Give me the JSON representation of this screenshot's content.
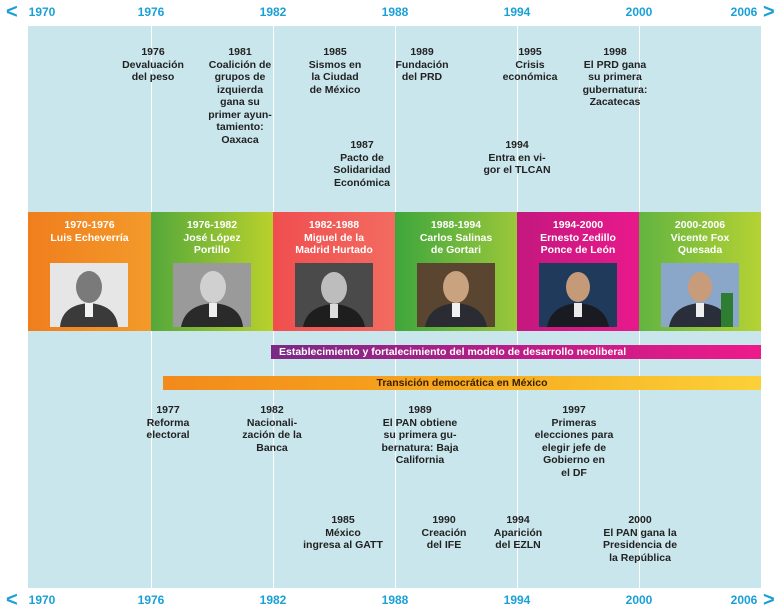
{
  "axis": {
    "left_arrow": "<",
    "right_arrow": ">",
    "years": [
      "1970",
      "1976",
      "1982",
      "1988",
      "1994",
      "2000",
      "2006"
    ]
  },
  "top_events": [
    {
      "id": "1976",
      "lines": [
        "1976",
        "Devaluación",
        "del peso"
      ]
    },
    {
      "id": "1981",
      "lines": [
        "1981",
        "Coalición de",
        "grupos de",
        "izquierda",
        "gana su",
        "primer ayun-",
        "tamiento:",
        "Oaxaca"
      ]
    },
    {
      "id": "1985",
      "lines": [
        "1985",
        "Sismos en",
        "la Ciudad",
        "de México"
      ]
    },
    {
      "id": "1987",
      "lines": [
        "1987",
        "Pacto de",
        "Solidaridad",
        "Económica"
      ]
    },
    {
      "id": "1989",
      "lines": [
        "1989",
        "Fundación",
        "del PRD"
      ]
    },
    {
      "id": "1995",
      "lines": [
        "1995",
        "Crisis",
        "económica"
      ]
    },
    {
      "id": "1994",
      "lines": [
        "1994",
        "Entra en vi-",
        "gor el TLCAN"
      ]
    },
    {
      "id": "1998",
      "lines": [
        "1998",
        "El PRD gana",
        "su primera",
        "gubernatura:",
        "Zacatecas"
      ]
    }
  ],
  "periods": [
    {
      "years": "1970-1976",
      "name_lines": [
        "Luis Echeverría"
      ],
      "color_start": "#f07e1d",
      "color_end": "#f39a2a"
    },
    {
      "years": "1976-1982",
      "name_lines": [
        "José López",
        "Portillo"
      ],
      "color_start": "#55a83b",
      "color_end": "#b9d12c"
    },
    {
      "years": "1982-1988",
      "name_lines": [
        "Miguel de la",
        "Madrid Hurtado"
      ],
      "color_start": "#f04e4f",
      "color_end": "#f26b60"
    },
    {
      "years": "1988-1994",
      "name_lines": [
        "Carlos Salinas",
        "de Gortari"
      ],
      "color_start": "#3ea63c",
      "color_end": "#9bc73b"
    },
    {
      "years": "1994-2000",
      "name_lines": [
        "Ernesto Zedillo",
        "Ponce de León"
      ],
      "color_start": "#c4187f",
      "color_end": "#e8198b"
    },
    {
      "years": "2000-2006",
      "name_lines": [
        "Vicente Fox",
        "Quesada"
      ],
      "color_start": "#62b441",
      "color_end": "#b5d233"
    }
  ],
  "bars": {
    "neoliberal": "Establecimiento y fortalecimiento del modelo de desarrollo neoliberal",
    "democratic": "Transición democrática en México"
  },
  "bottom_events": [
    {
      "id": "1977",
      "lines": [
        "1977",
        "Reforma",
        "electoral"
      ]
    },
    {
      "id": "1982",
      "lines": [
        "1982",
        "Nacionali-",
        "zación de la",
        "Banca"
      ]
    },
    {
      "id": "1989",
      "lines": [
        "1989",
        "El PAN obtiene",
        "su primera gu-",
        "bernatura: Baja",
        "California"
      ]
    },
    {
      "id": "1997",
      "lines": [
        "1997",
        "Primeras",
        "elecciones para",
        "elegir jefe de",
        "Gobierno en",
        "el DF"
      ]
    },
    {
      "id": "1985",
      "lines": [
        "1985",
        "México",
        "ingresa al GATT"
      ]
    },
    {
      "id": "1990",
      "lines": [
        "1990",
        "Creación",
        "del IFE"
      ]
    },
    {
      "id": "1994",
      "lines": [
        "1994",
        "Aparición",
        "del EZLN"
      ]
    },
    {
      "id": "2000",
      "lines": [
        "2000",
        "El PAN gana la",
        "Presidencia de",
        "la República"
      ]
    }
  ]
}
